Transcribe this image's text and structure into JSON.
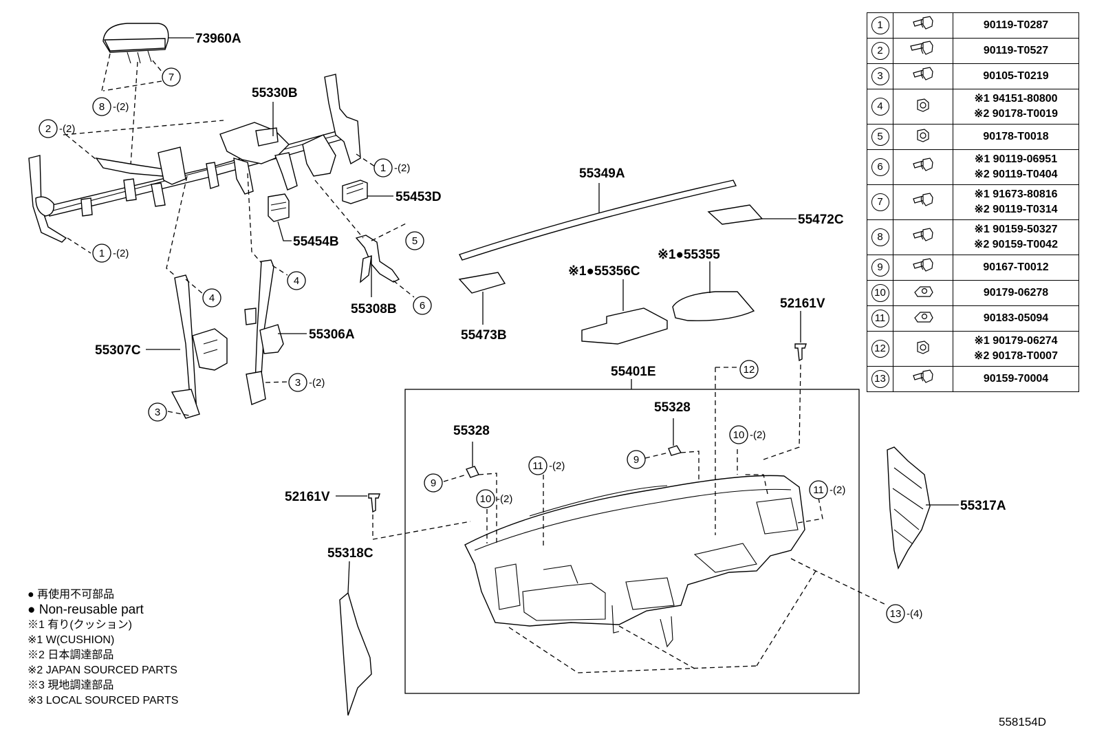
{
  "callouts": {
    "p73960A": "73960A",
    "p55330B": "55330B",
    "p55453D": "55453D",
    "p55454B": "55454B",
    "p55308B": "55308B",
    "p55306A": "55306A",
    "p55307C": "55307C",
    "p55349A": "55349A",
    "p55472C": "55472C",
    "p55356C": "※1●55356C",
    "p55355": "※1●55355",
    "p55473B": "55473B",
    "p52161V_r": "52161V",
    "p52161V_l": "52161V",
    "p55401E": "55401E",
    "p55328_l": "55328",
    "p55328_r": "55328",
    "p55317A": "55317A",
    "p55318C": "55318C"
  },
  "fastener_refs": {
    "r7": "7",
    "r8": "8",
    "r8q": "-(2)",
    "r2": "2",
    "r2q": "-(2)",
    "r1a": "1",
    "r1aq": "-(2)",
    "r1b": "1",
    "r1bq": "-(2)",
    "r5": "5",
    "r6": "6",
    "r4a": "4",
    "r4b": "4",
    "r3a": "3",
    "r3aq": "-(2)",
    "r3b": "3",
    "r12": "12",
    "r10a": "10",
    "r10aq": "-(2)",
    "r10b": "10",
    "r10bq": "-(2)",
    "r11a": "11",
    "r11aq": "-(2)",
    "r11b": "11",
    "r11bq": "-(2)",
    "r9a": "9",
    "r9b": "9",
    "r13": "13",
    "r13q": "-(4)"
  },
  "fastener_table": [
    {
      "no": "1",
      "icon": "flange-bolt-icon",
      "parts": [
        "90119-T0287"
      ]
    },
    {
      "no": "2",
      "icon": "long-bolt-icon",
      "parts": [
        "90119-T0527"
      ]
    },
    {
      "no": "3",
      "icon": "flange-bolt-icon",
      "parts": [
        "90105-T0219"
      ]
    },
    {
      "no": "4",
      "icon": "flange-nut-icon",
      "parts": [
        "※1 94151-80800",
        "※2 90178-T0019"
      ]
    },
    {
      "no": "5",
      "icon": "flange-nut-icon",
      "parts": [
        "90178-T0018"
      ]
    },
    {
      "no": "6",
      "icon": "flange-bolt-icon",
      "parts": [
        "※1 90119-06951",
        "※2 90119-T0404"
      ]
    },
    {
      "no": "7",
      "icon": "flange-bolt-icon",
      "parts": [
        "※1 91673-80816",
        "※2 90119-T0314"
      ]
    },
    {
      "no": "8",
      "icon": "flange-bolt-icon",
      "parts": [
        "※1 90159-50327",
        "※2 90159-T0042"
      ]
    },
    {
      "no": "9",
      "icon": "flange-bolt-icon",
      "parts": [
        "90167-T0012"
      ]
    },
    {
      "no": "10",
      "icon": "u-nut-icon",
      "parts": [
        "90179-06278"
      ]
    },
    {
      "no": "11",
      "icon": "u-nut-icon",
      "parts": [
        "90183-05094"
      ]
    },
    {
      "no": "12",
      "icon": "flange-nut-icon",
      "parts": [
        "※1 90179-06274",
        "※2 90178-T0007"
      ]
    },
    {
      "no": "13",
      "icon": "flange-bolt-icon",
      "parts": [
        "90159-70004"
      ]
    }
  ],
  "legend": {
    "l1": "● 再使用不可部品",
    "l2": "● Non-reusable part",
    "l3": "※1 有り(クッション)",
    "l4": "※1 W(CUSHION)",
    "l5": "※2 日本調達部品",
    "l6": "※2 JAPAN SOURCED PARTS",
    "l7": "※3 現地調達部品",
    "l8": "※3 LOCAL SOURCED PARTS"
  },
  "diagram_id": "558154D"
}
